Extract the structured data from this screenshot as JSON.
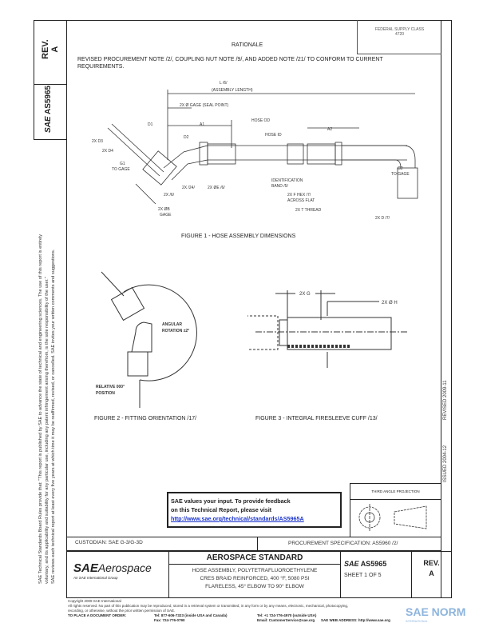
{
  "header": {
    "rev_label": "REV.",
    "rev_value": "A",
    "doc_id_vertical": "AS5965",
    "sae_logo_text": "SAE",
    "federal_supply_class": "FEDERAL SUPPLY CLASS",
    "fsc_number": "4720",
    "rationale_title": "RATIONALE",
    "rationale_text": "REVISED PROCUREMENT NOTE /2/, COUPLING NUT NOTE /9/, AND ADDED NOTE /21/ TO CONFORM TO CURRENT REQUIREMENTS."
  },
  "side_notes": {
    "line1": "SAE Technical Standards Board Rules provide that: \"This report is published by SAE to advance the state of technical and engineering sciences. The use of this report is entirely",
    "line2": "voluntary, and its applicability and suitability for any particular use, including any patent infringement arising therefrom, is the sole responsibility of the user.\"",
    "line3": "SAE reviews each technical report at least every five years at which time it may be reaffirmed, revised, or cancelled. SAE invites your written comments and suggestions.",
    "issued": "ISSUED 2004-12",
    "revised": "REVISED 2009-11"
  },
  "figure1": {
    "caption": "FIGURE 1 - HOSE ASSEMBLY DIMENSIONS",
    "labels": {
      "length": "L /6/",
      "assembly_length": "(ASSEMBLY LENGTH)",
      "gage_seal": "2X Ø GAGE (SEAL POINT)",
      "d1": "D1",
      "a1": "A1",
      "d2": "D2",
      "d3": "2X D3",
      "d4": "2X D4",
      "hose_od": "HOSE OD",
      "hose_id": "HOSE ID",
      "a2": "A2",
      "g1": "G1",
      "g1_gage": "TO GAGE",
      "g2": "G2",
      "g2_gage": "TO GAGE",
      "note24": "2X /24/",
      "e6": "2X ØE /6/",
      "x7": "2X /6/",
      "b_gage": "2X ØB",
      "b_gage2": "GAGE",
      "ident": "IDENTIFICATION",
      "ident2": "BAND /5/",
      "hex": "2X F HEX /7/",
      "hex2": "ACROSS FLAT",
      "thread": "2X T THREAD",
      "d7": "2X D /7/"
    }
  },
  "figure2": {
    "caption": "FIGURE 2 - FITTING ORIENTATION /17/",
    "angular": "ANGULAR",
    "rotation": "ROTATION ±2°",
    "relative": "RELATIVE 000°",
    "position": "POSITION"
  },
  "figure3": {
    "caption": "FIGURE 3 - INTEGRAL FIRESLEEVE CUFF /13/",
    "g": "2X G",
    "h": "2X Ø H"
  },
  "feedback": {
    "line1": "SAE values your input. To provide feedback",
    "line2": "on this Technical Report, please visit",
    "link": "http://www.sae.org/technical/standards/AS5965A"
  },
  "projection": {
    "label": "THIRD ANGLE PROJECTION"
  },
  "custodian": "CUSTODIAN: SAE G-3/G-3D",
  "procurement": "PROCUREMENT SPECIFICATION: AS5960 /2/",
  "title_block": {
    "logo_main": "SAE",
    "logo_sub": "Aerospace",
    "logo_tagline": "An SAE International Group",
    "standard": "AEROSPACE STANDARD",
    "title1": "HOSE ASSEMBLY, POLYTETRAFLUOROETHYLENE",
    "title2": "CRES BRAID REINFORCED, 400 °F, 5080 PSI",
    "title3": "FLARELESS, 45° ELBOW TO 90° ELBOW",
    "doc_number": "AS5965",
    "sheet": "SHEET 1 OF 5",
    "rev_label": "REV.",
    "rev_value": "A"
  },
  "footer": {
    "copyright": "Copyright 2009 SAE International",
    "rights": "All rights reserved. No part of this publication may be reproduced, stored in a retrieval system or transmitted, in any form or by any means, electronic, mechanical, photocopying,",
    "rights2": "recording, or otherwise, without the prior written permission of SAE.",
    "order": "TO PLACE A DOCUMENT ORDER:",
    "tel1": "Tel: 877-606-7323 (inside USA and Canada)",
    "fax": "Fax: 724-776-0790",
    "tel2": "Tel: +1 724-776-4970 (outside USA)",
    "email": "Email: CustomerService@sae.org",
    "web": "SAE WEB ADDRESS: http://www.sae.org"
  },
  "watermark": {
    "main": "SAE NORM",
    "sub": "INTERNATIONAL"
  }
}
